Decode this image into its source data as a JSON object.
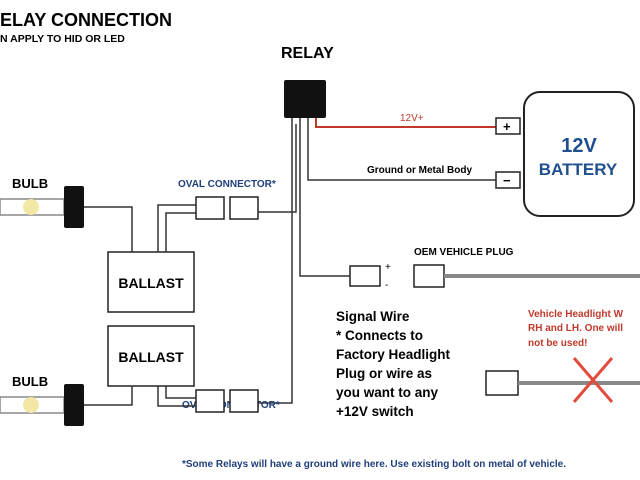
{
  "title": "ELAY CONNECTION",
  "subtitle": "N APPLY TO HID OR LED",
  "relay_label": "RELAY",
  "battery": {
    "line1": "12V",
    "line2": "BATTERY",
    "plus_symbol": "+",
    "minus_symbol": "−",
    "text_color": "#1f4f8f"
  },
  "wires": {
    "twelve_v_label": "12V+",
    "twelve_v_color": "#c0392b",
    "ground_label": "Ground or Metal Body"
  },
  "bulbs": {
    "top_label": "BULB",
    "bottom_label": "BULB",
    "glow_color": "#f3e7a6"
  },
  "ballasts": {
    "top_label": "BALLAST",
    "bottom_label": "BALLAST"
  },
  "oval_connectors": {
    "top_label": "OVAL CONNECTOR*",
    "bottom_label": "OVAL CONNECTOR*",
    "label_color": "#1f3f7a"
  },
  "oem": {
    "label": "OEM VEHICLE PLUG",
    "plus": "+",
    "minus": "-"
  },
  "signal_wire": {
    "lines": [
      "Signal Wire",
      "* Connects to",
      "Factory Headlight",
      "Plug or wire as",
      "you want to any",
      "+12V switch"
    ]
  },
  "vehicle_headlight": {
    "lines": [
      "Vehicle Headlight W",
      "RH and LH. One will",
      "not be used!"
    ],
    "text_color": "#c0392b",
    "x_color": "#e24a3c"
  },
  "footnote": "*Some Relays will have a ground wire here. Use existing bolt on metal of vehicle.",
  "footnote_color": "#1f3f7a"
}
